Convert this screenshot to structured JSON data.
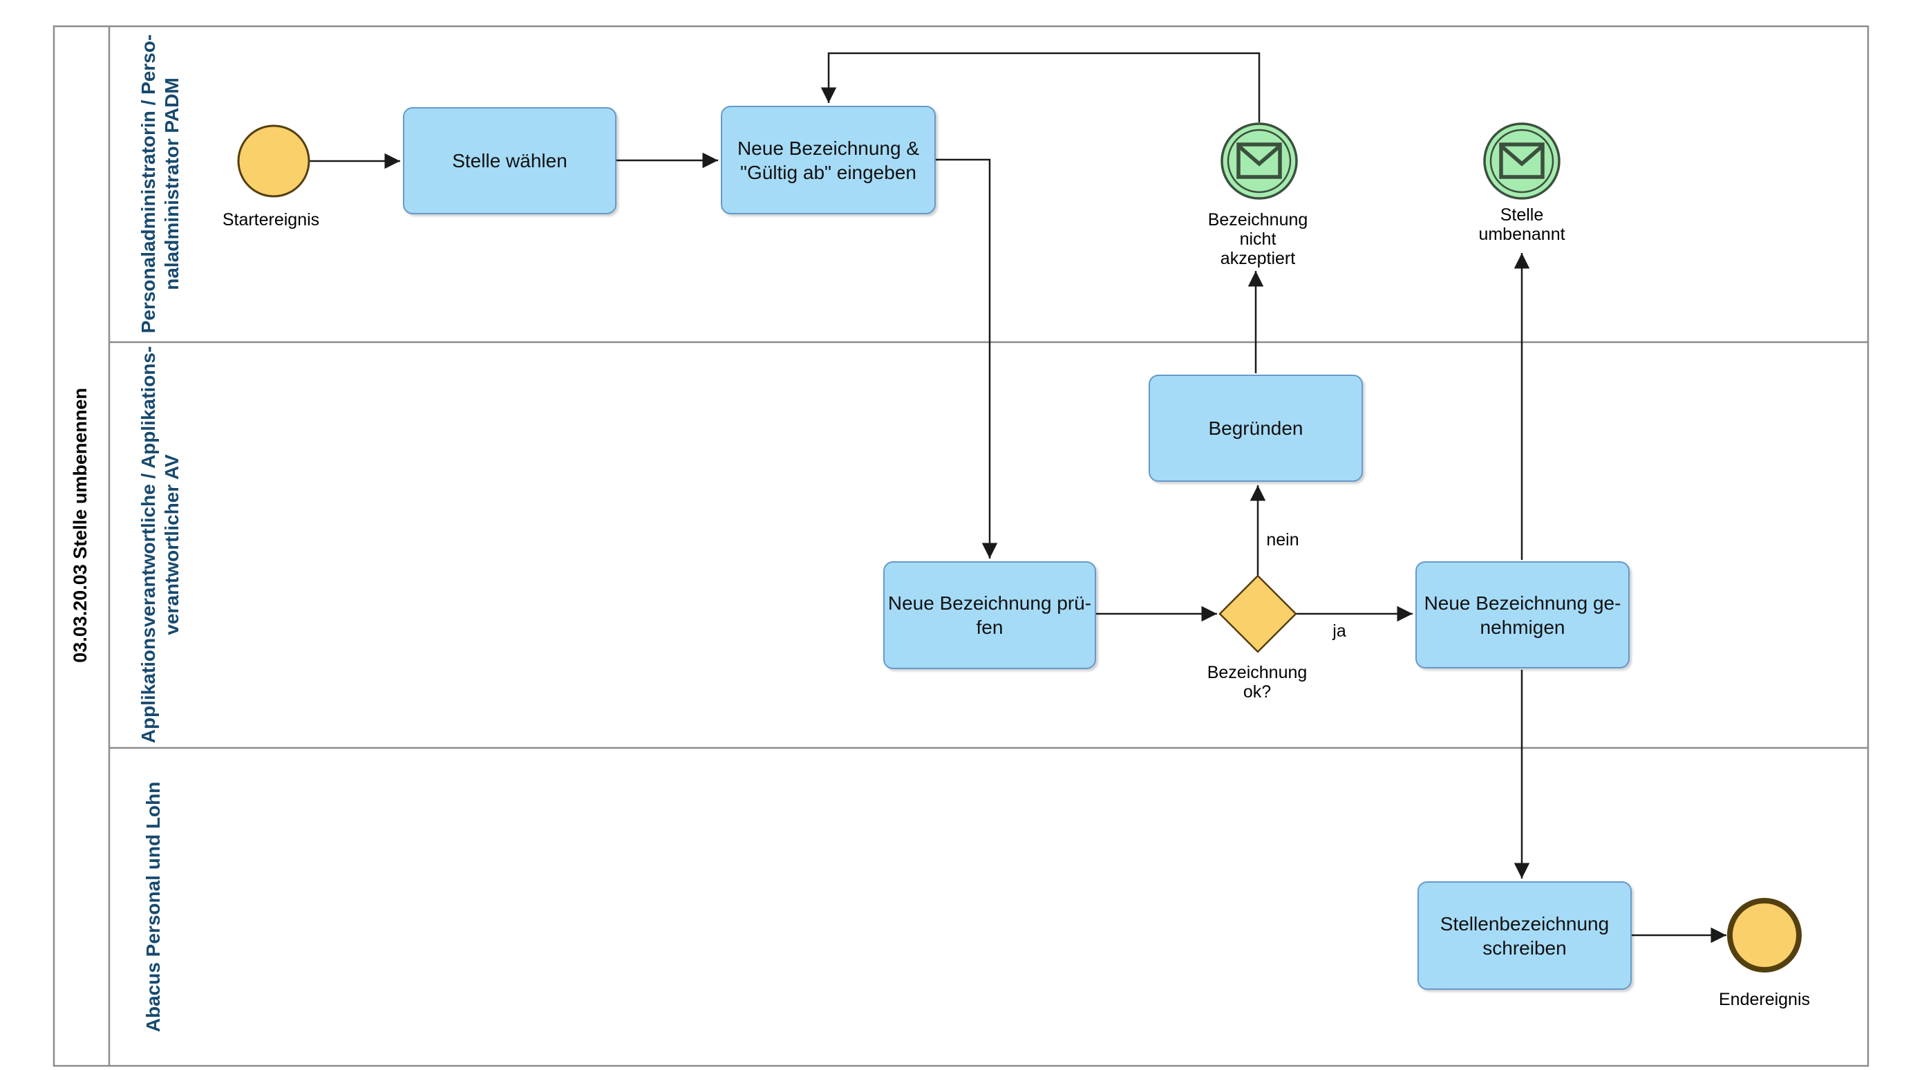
{
  "colors": {
    "task_fill": "#A6DBF7",
    "task_border": "#6699CC",
    "event_fill_yellow": "#FAD06B",
    "event_border_brown": "#54400F",
    "event_fill_green": "#A5EBAF",
    "event_border_green": "#3C503E",
    "lane_label": "#17496E",
    "line": "#8C8C8C",
    "connector": "#1A1A1A"
  },
  "pool": {
    "title": "03.03.20.03 Stelle umbenennen"
  },
  "lanes": [
    {
      "label": "Personaladministratorin / Perso-\nnaladministrator PADM"
    },
    {
      "label": "Applikationsverantwortliche / Applikations-\nverantwortlicher AV"
    },
    {
      "label": "Abacus Personal und Lohn"
    }
  ],
  "tasks": {
    "stelle_waehlen": "Stelle wählen",
    "bezeichnung_eingeben": "Neue Bezeichnung &\n\"Gültig ab\" eingeben",
    "begruenden": "Begründen",
    "pruefen": "Neue Bezeichnung prü-\nfen",
    "genehmigen": "Neue Bezeichnung ge-\nnehmigen",
    "schreiben": "Stellenbezeichnung\nschreiben"
  },
  "events": {
    "start": "Startereignis",
    "nicht_akzeptiert": "Bezeichnung\nnicht\nakzeptiert",
    "umbenannt": "Stelle\numbenannt",
    "ende": "Endereignis"
  },
  "gateway": {
    "label": "Bezeichnung\nok?",
    "yes": "ja",
    "no": "nein"
  }
}
